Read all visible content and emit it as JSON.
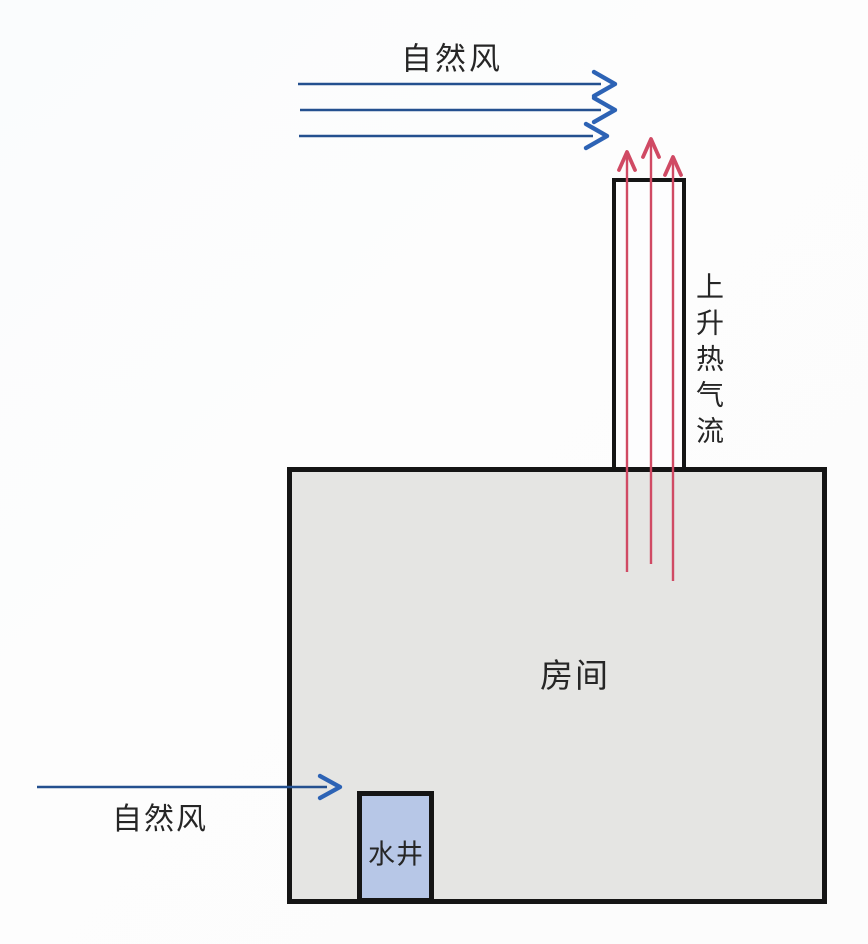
{
  "diagram": {
    "labels": {
      "top_wind": "自然风",
      "bottom_wind": "自然风",
      "room": "房间",
      "well": "水井",
      "rising_hot_air": "上升热气流"
    },
    "arrows": {
      "top_wind_count": 3,
      "rising_hot_air_count": 3,
      "bottom_wind_count": 1
    },
    "colors": {
      "wind_arrow_shaft": "#24508f",
      "wind_arrow_head": "#2d63b5",
      "hot_air_arrow": "#d04a64",
      "room_fill": "#e5e5e3",
      "well_fill": "#b7c7e7",
      "outline": "#151515",
      "text": "#262626"
    }
  }
}
